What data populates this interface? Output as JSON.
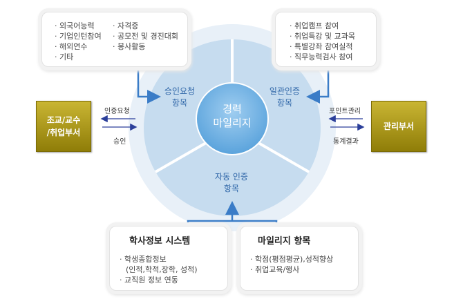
{
  "center": {
    "line1": "경력",
    "line2": "마일리지"
  },
  "segments": {
    "approval": {
      "line1": "승인요청",
      "line2": "항목"
    },
    "batch": {
      "line1": "일관인증",
      "line2": "항목"
    },
    "auto": {
      "line1": "자동 인증",
      "line2": "항목"
    }
  },
  "top_left_box": {
    "col1": [
      "외국어능력",
      "기업인턴참여",
      "해외연수",
      "기타"
    ],
    "col2": [
      "자격증",
      "공모전 및 경진대회",
      "봉사활동"
    ]
  },
  "top_right_box": {
    "items": [
      "취업캠프 참여",
      "취업특강 및 교과목",
      "특별강좌 참여실적",
      "직무능력검사 참여"
    ]
  },
  "bottom_left_box": {
    "title": "학사정보 시스템",
    "items": [
      "학생종합정보",
      "(인적,학적,장학, 성적)",
      "교직원 정보 연동"
    ]
  },
  "bottom_right_box": {
    "title": "마일리지 항목",
    "items": [
      "학점(평점평균),성적향상",
      "취업교육/행사"
    ]
  },
  "left_actor": {
    "line1": "조교/교수",
    "line2": "/취업부서",
    "arrow_out": "인증요청",
    "arrow_in": "승인"
  },
  "right_actor": {
    "label": "관리부서",
    "arrow_in": "포인트관리",
    "arrow_out": "통계결과"
  },
  "colors": {
    "accent": "#2f66a8",
    "gold": "#b09d1e",
    "disc": "#c6dcef"
  }
}
